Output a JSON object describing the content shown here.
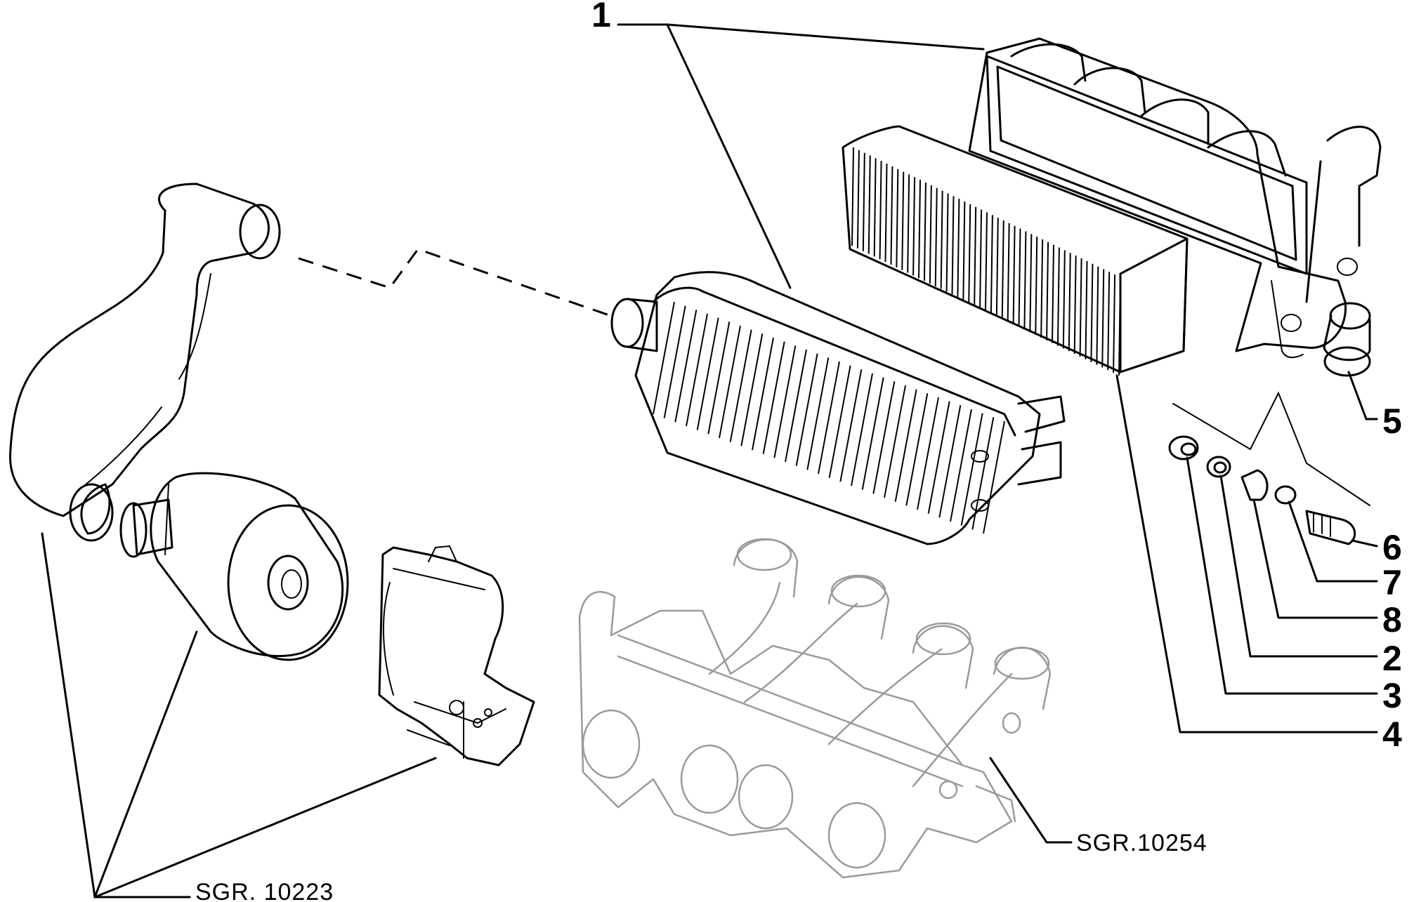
{
  "callouts": [
    "1",
    "2",
    "3",
    "4",
    "5",
    "6",
    "7",
    "8"
  ],
  "references": {
    "left": "SGR. 10223",
    "right": "SGR.10254"
  }
}
